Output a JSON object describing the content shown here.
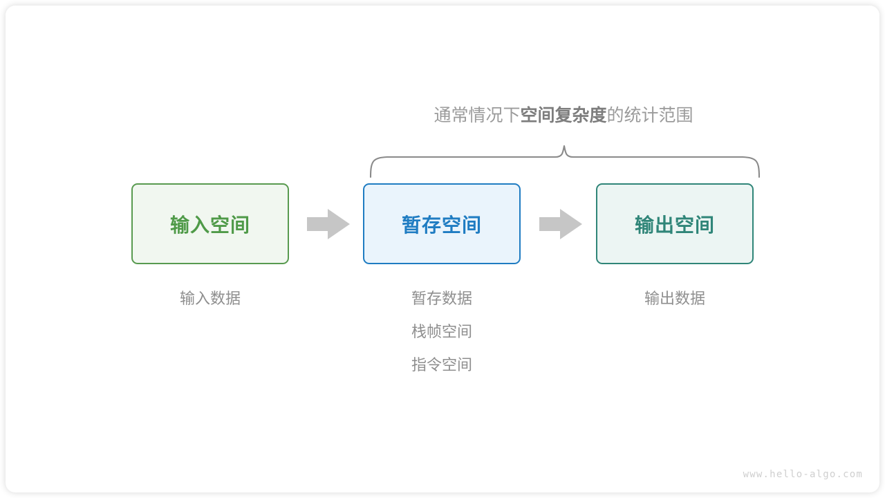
{
  "scope": {
    "caption_prefix": "通常情况下",
    "caption_emphasis": "空间复杂度",
    "caption_suffix": "的统计范围"
  },
  "boxes": [
    {
      "id": "input",
      "label": "输入空间",
      "fill": "#f1f7f0",
      "border": "#589a4f",
      "text_color": "#4f9a48"
    },
    {
      "id": "temp",
      "label": "暂存空间",
      "fill": "#eaf4fc",
      "border": "#1f7cc2",
      "text_color": "#1f7cc2"
    },
    {
      "id": "output",
      "label": "输出空间",
      "fill": "#ecf5f3",
      "border": "#2f8578",
      "text_color": "#2f8578"
    }
  ],
  "arrows": [
    {
      "id": "arrow-1",
      "name": "arrow-input-to-temp",
      "color": "#c6c6c6"
    },
    {
      "id": "arrow-2",
      "name": "arrow-temp-to-output",
      "color": "#c6c6c6"
    }
  ],
  "sublabels": {
    "input": [
      "输入数据"
    ],
    "temp": [
      "暂存数据",
      "栈帧空间",
      "指令空间"
    ],
    "output": [
      "输出数据"
    ]
  },
  "brace": {
    "color": "#8a8a8a"
  },
  "watermark": {
    "text": "www.hello-algo.com",
    "color": "#cfcfcf"
  },
  "colors": {
    "page_background": "#ffffff",
    "card_background": "#ffffff",
    "muted_text": "#8e8e8e",
    "caption_text": "#9b9b9b",
    "caption_emphasis_text": "#7d7d7d"
  }
}
